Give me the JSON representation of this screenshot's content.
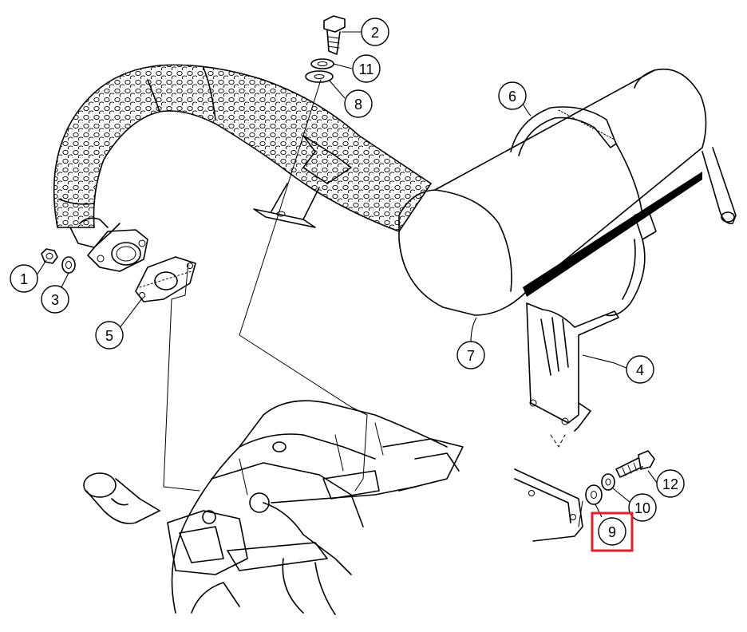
{
  "callouts": [
    {
      "id": "1",
      "label": "1"
    },
    {
      "id": "2",
      "label": "2"
    },
    {
      "id": "3",
      "label": "3"
    },
    {
      "id": "4",
      "label": "4"
    },
    {
      "id": "5",
      "label": "5"
    },
    {
      "id": "6",
      "label": "6"
    },
    {
      "id": "7",
      "label": "7"
    },
    {
      "id": "8",
      "label": "8"
    },
    {
      "id": "9",
      "label": "9"
    },
    {
      "id": "10",
      "label": "10"
    },
    {
      "id": "11",
      "label": "11"
    },
    {
      "id": "12",
      "label": "12"
    }
  ],
  "highlighted_callout": "9",
  "colors": {
    "line": "#000000",
    "background": "#ffffff",
    "highlight": "#e0202a"
  }
}
